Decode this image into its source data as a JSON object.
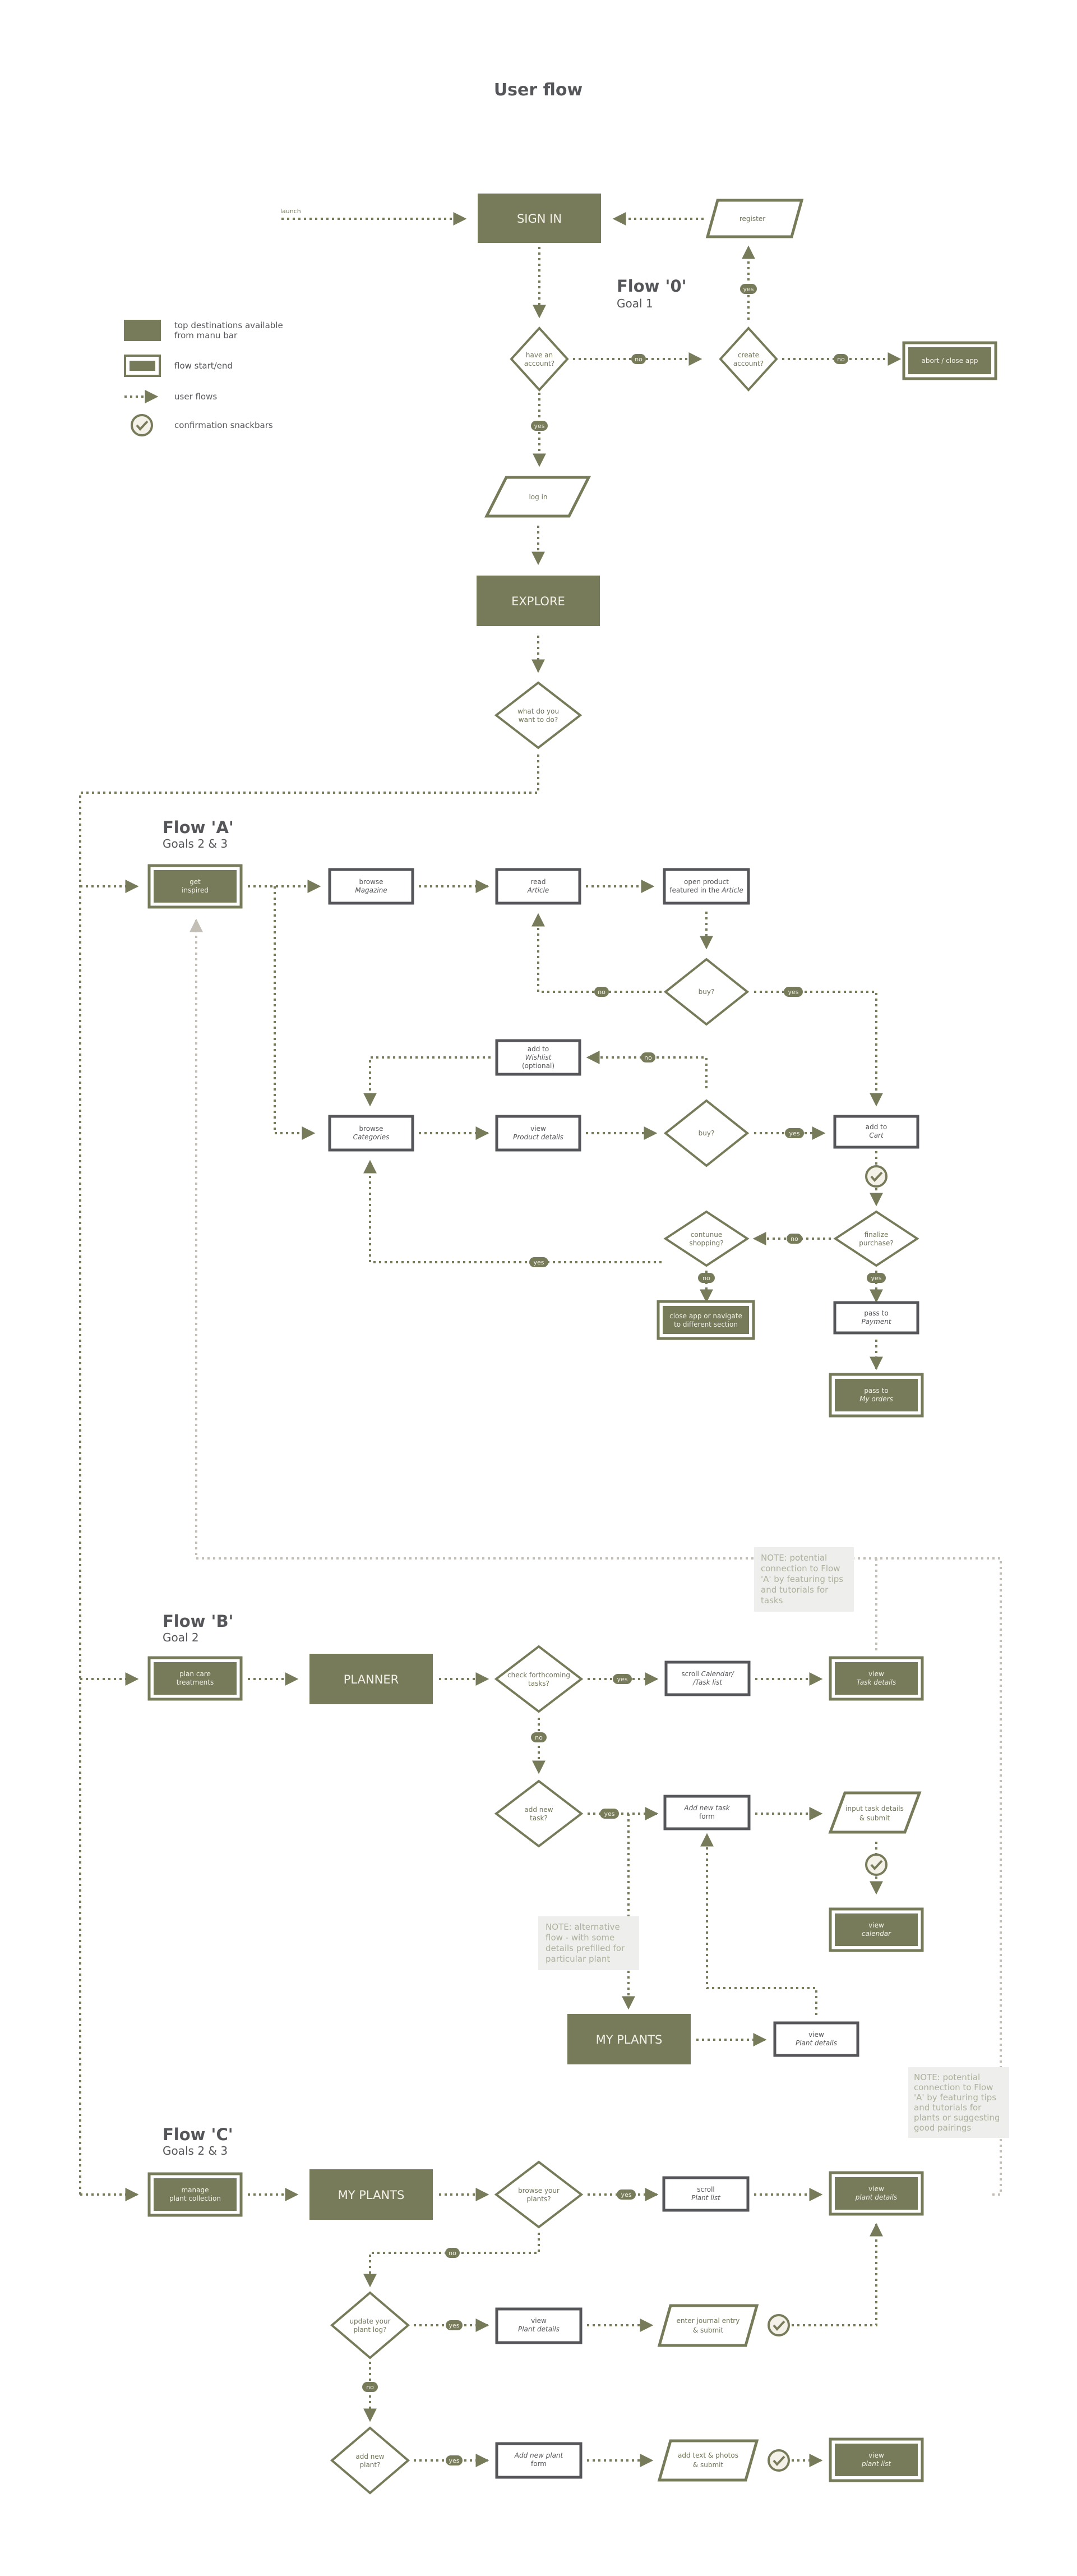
{
  "title": "User flow",
  "colors": {
    "olive": "#777b5a",
    "dark_gray": "#55565a",
    "cream": "#f4f1e8",
    "note_bg": "#eeefed",
    "note_text": "#aeb09c",
    "grey_line": "#c3beb6"
  },
  "legend": [
    {
      "icon": "top-destination-swatch",
      "label_1": "top destinations available",
      "label_2": "from manu bar"
    },
    {
      "icon": "flow-start-end-swatch",
      "label_1": "flow start/end",
      "label_2": ""
    },
    {
      "icon": "dotted-arrow-icon",
      "label_1": "user flows",
      "label_2": ""
    },
    {
      "icon": "check-circle-icon",
      "label_1": "confirmation snackbars",
      "label_2": ""
    }
  ],
  "flows": {
    "f0": {
      "title": "Flow '0'",
      "goal": "Goal 1"
    },
    "fa": {
      "title": "Flow 'A'",
      "goal": "Goals 2 & 3"
    },
    "fb": {
      "title": "Flow 'B'",
      "goal": "Goal 2"
    },
    "fc": {
      "title": "Flow 'C'",
      "goal": "Goals 2 & 3"
    }
  },
  "labels": {
    "launch": "launch",
    "yes": "yes",
    "no": "no"
  },
  "nodes": {
    "sign_in": {
      "l1": "SIGN IN"
    },
    "register": {
      "l1": "register"
    },
    "have_account": {
      "l1": "have an",
      "l2": "account?"
    },
    "create_account": {
      "l1": "create",
      "l2": "account?"
    },
    "abort": {
      "l1": "abort / close app"
    },
    "log_in": {
      "l1": "log in"
    },
    "explore": {
      "l1": "EXPLORE"
    },
    "what_do": {
      "l1": "what do you",
      "l2": "want to do?"
    },
    "get_inspired": {
      "l1": "get",
      "l2": "inspired"
    },
    "browse_magazine": {
      "l1": "browse",
      "l2": "Magazine"
    },
    "read_article": {
      "l1": "read",
      "l2": "Article"
    },
    "open_product": {
      "l1": "open product",
      "l2a": "featured in the ",
      "l2b": "Article"
    },
    "buy1": {
      "l1": "buy?"
    },
    "add_wishlist": {
      "l1": "add to",
      "l2": "Wishlist",
      "l3": "(optional)"
    },
    "browse_categories": {
      "l1": "browse",
      "l2": "Categories"
    },
    "view_product": {
      "l1": "view",
      "l2": "Product details"
    },
    "buy2": {
      "l1": "buy?"
    },
    "add_cart": {
      "l1": "add to",
      "l2": "Cart"
    },
    "continue_shopping": {
      "l1": "contunue",
      "l2": "shopping?"
    },
    "finalize": {
      "l1": "finalize",
      "l2": "purchase?"
    },
    "close_nav": {
      "l1": "close app or navigate",
      "l2": "to different section"
    },
    "payment": {
      "l1": "pass to",
      "l2": "Payment"
    },
    "my_orders": {
      "l1": "pass to",
      "l2": "My orders"
    },
    "plan_care": {
      "l1": "plan care",
      "l2": "treatments"
    },
    "planner": {
      "l1": "PLANNER"
    },
    "check_tasks": {
      "l1": "check forthcoming",
      "l2": "tasks?"
    },
    "scroll_calendar": {
      "l1a": "scroll ",
      "l1b": "Calendar/",
      "l2": "/Task list"
    },
    "task_details": {
      "l1": "view",
      "l2": "Task details"
    },
    "add_task_q": {
      "l1": "add new",
      "l2": "task?"
    },
    "add_task_form": {
      "l1": "Add new task",
      "l2": "form"
    },
    "input_task": {
      "l1": "input task details",
      "l2": "& submit"
    },
    "view_calendar": {
      "l1": "view",
      "l2": "calendar"
    },
    "my_plants_b": {
      "l1": "MY PLANTS"
    },
    "plant_details_b": {
      "l1": "view",
      "l2": "Plant details"
    },
    "manage_plants": {
      "l1": "manage",
      "l2": "plant collection"
    },
    "my_plants_c": {
      "l1": "MY PLANTS"
    },
    "browse_plants": {
      "l1": "browse your",
      "l2": "plants?"
    },
    "scroll_plant_list": {
      "l1": "scroll",
      "l2": "Plant list"
    },
    "view_plant_details_end": {
      "l1": "view",
      "l2": "plant details"
    },
    "update_log": {
      "l1": "update your",
      "l2": "plant log?"
    },
    "view_plant_details_c": {
      "l1": "view",
      "l2": "Plant details"
    },
    "journal": {
      "l1": "enter journal entry",
      "l2": "& submit"
    },
    "add_plant_q": {
      "l1": "add new",
      "l2": "plant?"
    },
    "add_plant_form": {
      "l1": "Add new plant",
      "l2": "form"
    },
    "add_photos": {
      "l1": "add text & photos",
      "l2": "& submit"
    },
    "view_plant_list": {
      "l1": "view",
      "l2": "plant list"
    }
  },
  "notes": {
    "n1": [
      "NOTE: potential",
      "connection to Flow",
      "'A' by featuring tips",
      "and tutorials for",
      "tasks"
    ],
    "n2": [
      "NOTE: alternative",
      "flow - with some",
      "details prefilled for",
      "particular plant"
    ],
    "n3": [
      "NOTE: potential",
      "connection to Flow",
      "'A' by featuring tips",
      "and tutorials for",
      "plants or suggesting",
      "good pairings"
    ]
  }
}
